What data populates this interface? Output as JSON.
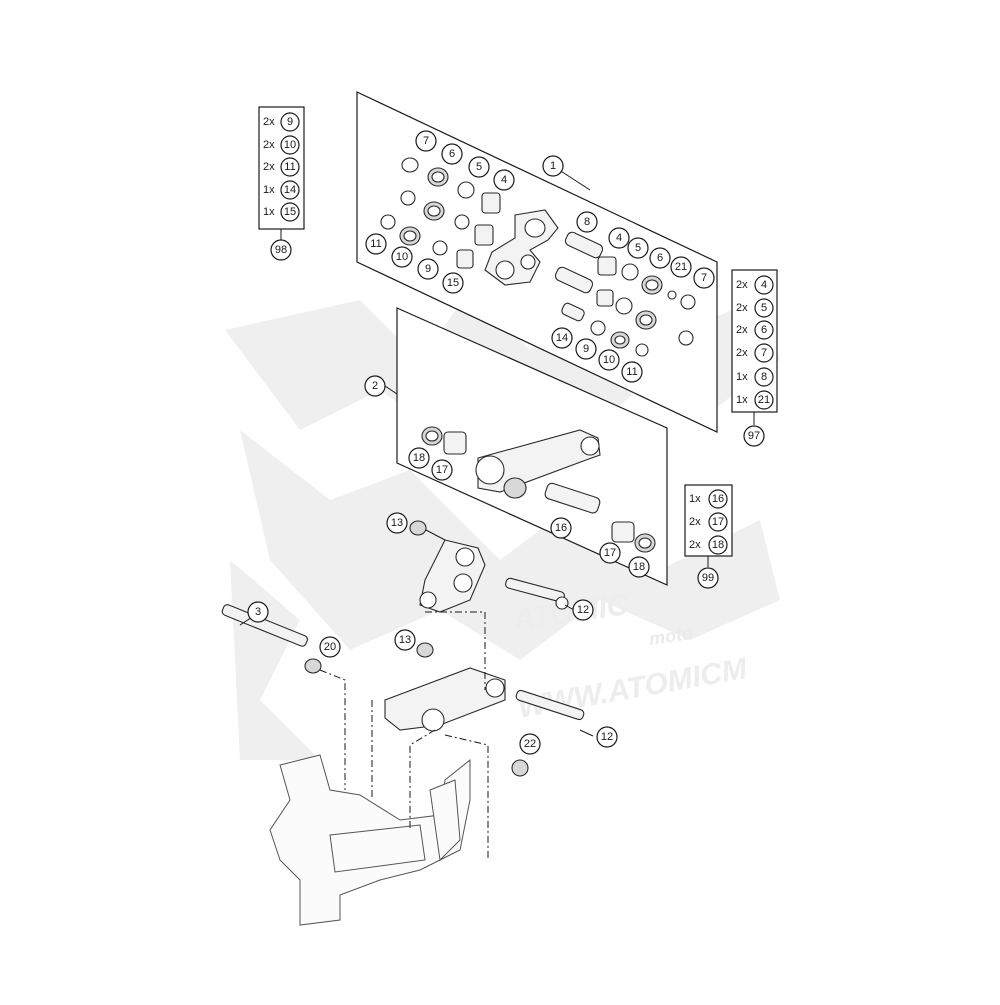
{
  "watermark": {
    "brand": "ATOMIC",
    "sub": "moto",
    "url": "WWW.ATOMICM"
  },
  "callouts": [
    "1",
    "2",
    "3",
    "4",
    "5",
    "6",
    "7",
    "8",
    "9",
    "10",
    "11",
    "12",
    "13",
    "14",
    "15",
    "16",
    "17",
    "18",
    "20",
    "21",
    "22"
  ],
  "kit_98": {
    "id": "98",
    "rows": [
      {
        "qty": "2x",
        "part": "9"
      },
      {
        "qty": "2x",
        "part": "10"
      },
      {
        "qty": "2x",
        "part": "11"
      },
      {
        "qty": "1x",
        "part": "14"
      },
      {
        "qty": "1x",
        "part": "15"
      }
    ]
  },
  "kit_97": {
    "id": "97",
    "rows": [
      {
        "qty": "2x",
        "part": "4"
      },
      {
        "qty": "2x",
        "part": "5"
      },
      {
        "qty": "2x",
        "part": "6"
      },
      {
        "qty": "2x",
        "part": "7"
      },
      {
        "qty": "1x",
        "part": "8"
      },
      {
        "qty": "1x",
        "part": "21"
      }
    ]
  },
  "kit_99": {
    "id": "99",
    "rows": [
      {
        "qty": "1x",
        "part": "16"
      },
      {
        "qty": "2x",
        "part": "17"
      },
      {
        "qty": "2x",
        "part": "18"
      }
    ]
  }
}
